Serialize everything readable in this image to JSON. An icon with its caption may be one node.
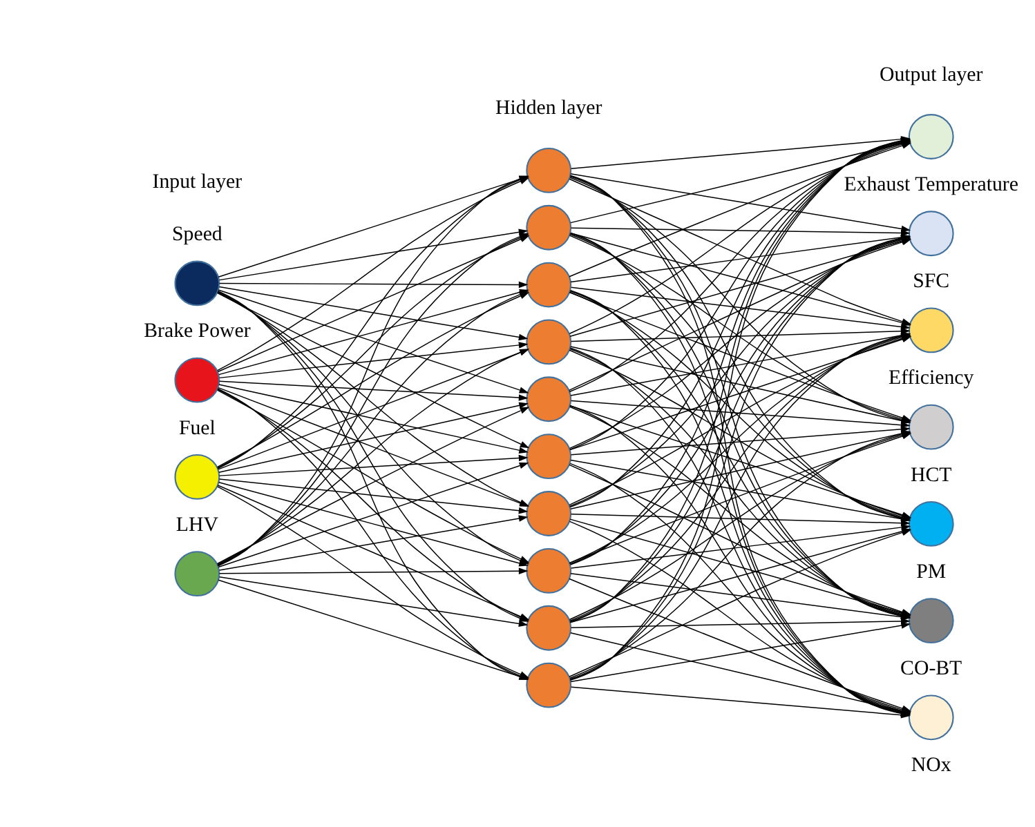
{
  "diagram": {
    "nodes": [
      {
        "text": [],
        "shape": "circle",
        "beside": [
          "Speed"
        ]
      },
      {
        "text": [],
        "shape": "circle",
        "beside": [
          "Brake Power"
        ]
      },
      {
        "text": [],
        "shape": "circle",
        "beside": [
          "Fuel"
        ]
      },
      {
        "text": [],
        "shape": "circle",
        "beside": [
          "LHV"
        ]
      },
      {
        "text": [],
        "shape": "circle"
      },
      {
        "text": [],
        "shape": "circle"
      },
      {
        "text": [],
        "shape": "circle"
      },
      {
        "text": [],
        "shape": "circle"
      },
      {
        "text": [],
        "shape": "circle"
      },
      {
        "text": [],
        "shape": "circle"
      },
      {
        "text": [],
        "shape": "circle"
      },
      {
        "text": [],
        "shape": "circle"
      },
      {
        "text": [],
        "shape": "circle"
      },
      {
        "text": [],
        "shape": "circle"
      },
      {
        "text": [],
        "shape": "circle",
        "beside": [
          "Exhaust Temperature"
        ]
      },
      {
        "text": [],
        "shape": "circle",
        "beside": [
          "SFC"
        ]
      },
      {
        "text": [],
        "shape": "circle",
        "beside": [
          "Efficiency"
        ]
      },
      {
        "text": [],
        "shape": "circle",
        "beside": [
          "HCT"
        ]
      },
      {
        "text": [],
        "shape": "circle",
        "beside": [
          "PM"
        ]
      },
      {
        "text": [],
        "shape": "circle",
        "beside": [
          "CO-BT"
        ]
      },
      {
        "text": [],
        "shape": "circle",
        "beside": [
          "NOx"
        ]
      }
    ],
    "edges": [
      {
        "from": 0,
        "to": 4,
        "arrow": "to"
      },
      {
        "from": 0,
        "to": 5,
        "arrow": "to"
      },
      {
        "from": 0,
        "to": 6,
        "arrow": "to"
      },
      {
        "from": 0,
        "to": 7,
        "arrow": "to"
      },
      {
        "from": 0,
        "to": 8,
        "arrow": "to"
      },
      {
        "from": 0,
        "to": 9,
        "arrow": "to"
      },
      {
        "from": 0,
        "to": 10,
        "arrow": "to"
      },
      {
        "from": 0,
        "to": 11,
        "arrow": "to"
      },
      {
        "from": 0,
        "to": 12,
        "arrow": "to"
      },
      {
        "from": 0,
        "to": 13,
        "arrow": "to"
      },
      {
        "from": 1,
        "to": 4,
        "arrow": "to"
      },
      {
        "from": 1,
        "to": 5,
        "arrow": "to"
      },
      {
        "from": 1,
        "to": 6,
        "arrow": "to"
      },
      {
        "from": 1,
        "to": 7,
        "arrow": "to"
      },
      {
        "from": 1,
        "to": 8,
        "arrow": "to"
      },
      {
        "from": 1,
        "to": 9,
        "arrow": "to"
      },
      {
        "from": 1,
        "to": 10,
        "arrow": "to"
      },
      {
        "from": 1,
        "to": 11,
        "arrow": "to"
      },
      {
        "from": 1,
        "to": 12,
        "arrow": "to"
      },
      {
        "from": 1,
        "to": 13,
        "arrow": "to"
      },
      {
        "from": 2,
        "to": 4,
        "arrow": "to"
      },
      {
        "from": 2,
        "to": 5,
        "arrow": "to"
      },
      {
        "from": 2,
        "to": 6,
        "arrow": "to"
      },
      {
        "from": 2,
        "to": 7,
        "arrow": "to"
      },
      {
        "from": 2,
        "to": 8,
        "arrow": "to"
      },
      {
        "from": 2,
        "to": 9,
        "arrow": "to"
      },
      {
        "from": 2,
        "to": 10,
        "arrow": "to"
      },
      {
        "from": 2,
        "to": 11,
        "arrow": "to"
      },
      {
        "from": 2,
        "to": 12,
        "arrow": "to"
      },
      {
        "from": 2,
        "to": 13,
        "arrow": "to"
      },
      {
        "from": 3,
        "to": 4,
        "arrow": "to"
      },
      {
        "from": 3,
        "to": 5,
        "arrow": "to"
      },
      {
        "from": 3,
        "to": 6,
        "arrow": "to"
      },
      {
        "from": 3,
        "to": 7,
        "arrow": "to"
      },
      {
        "from": 3,
        "to": 8,
        "arrow": "to"
      },
      {
        "from": 3,
        "to": 9,
        "arrow": "to"
      },
      {
        "from": 3,
        "to": 10,
        "arrow": "to"
      },
      {
        "from": 3,
        "to": 11,
        "arrow": "to"
      },
      {
        "from": 3,
        "to": 12,
        "arrow": "to"
      },
      {
        "from": 3,
        "to": 13,
        "arrow": "to"
      },
      {
        "from": 4,
        "to": 14,
        "arrow": "to"
      },
      {
        "from": 4,
        "to": 15,
        "arrow": "to"
      },
      {
        "from": 4,
        "to": 16,
        "arrow": "to"
      },
      {
        "from": 4,
        "to": 17,
        "arrow": "to"
      },
      {
        "from": 4,
        "to": 18,
        "arrow": "to"
      },
      {
        "from": 4,
        "to": 19,
        "arrow": "to"
      },
      {
        "from": 4,
        "to": 20,
        "arrow": "to"
      },
      {
        "from": 5,
        "to": 14,
        "arrow": "to"
      },
      {
        "from": 5,
        "to": 15,
        "arrow": "to"
      },
      {
        "from": 5,
        "to": 16,
        "arrow": "to"
      },
      {
        "from": 5,
        "to": 17,
        "arrow": "to"
      },
      {
        "from": 5,
        "to": 18,
        "arrow": "to"
      },
      {
        "from": 5,
        "to": 19,
        "arrow": "to"
      },
      {
        "from": 5,
        "to": 20,
        "arrow": "to"
      },
      {
        "from": 6,
        "to": 14,
        "arrow": "to"
      },
      {
        "from": 6,
        "to": 15,
        "arrow": "to"
      },
      {
        "from": 6,
        "to": 16,
        "arrow": "to"
      },
      {
        "from": 6,
        "to": 17,
        "arrow": "to"
      },
      {
        "from": 6,
        "to": 18,
        "arrow": "to"
      },
      {
        "from": 6,
        "to": 19,
        "arrow": "to"
      },
      {
        "from": 6,
        "to": 20,
        "arrow": "to"
      },
      {
        "from": 7,
        "to": 14,
        "arrow": "to"
      },
      {
        "from": 7,
        "to": 15,
        "arrow": "to"
      },
      {
        "from": 7,
        "to": 16,
        "arrow": "to"
      },
      {
        "from": 7,
        "to": 17,
        "arrow": "to"
      },
      {
        "from": 7,
        "to": 18,
        "arrow": "to"
      },
      {
        "from": 7,
        "to": 19,
        "arrow": "to"
      },
      {
        "from": 7,
        "to": 20,
        "arrow": "to"
      },
      {
        "from": 8,
        "to": 14,
        "arrow": "to"
      },
      {
        "from": 8,
        "to": 15,
        "arrow": "to"
      },
      {
        "from": 8,
        "to": 16,
        "arrow": "to"
      },
      {
        "from": 8,
        "to": 17,
        "arrow": "to"
      },
      {
        "from": 8,
        "to": 18,
        "arrow": "to"
      },
      {
        "from": 8,
        "to": 19,
        "arrow": "to"
      },
      {
        "from": 8,
        "to": 20,
        "arrow": "to"
      },
      {
        "from": 9,
        "to": 14,
        "arrow": "to"
      },
      {
        "from": 9,
        "to": 15,
        "arrow": "to"
      },
      {
        "from": 9,
        "to": 16,
        "arrow": "to"
      },
      {
        "from": 9,
        "to": 17,
        "arrow": "to"
      },
      {
        "from": 9,
        "to": 18,
        "arrow": "to"
      },
      {
        "from": 9,
        "to": 19,
        "arrow": "to"
      },
      {
        "from": 9,
        "to": 20,
        "arrow": "to"
      },
      {
        "from": 10,
        "to": 14,
        "arrow": "to"
      },
      {
        "from": 10,
        "to": 15,
        "arrow": "to"
      },
      {
        "from": 10,
        "to": 16,
        "arrow": "to"
      },
      {
        "from": 10,
        "to": 17,
        "arrow": "to"
      },
      {
        "from": 10,
        "to": 18,
        "arrow": "to"
      },
      {
        "from": 10,
        "to": 19,
        "arrow": "to"
      },
      {
        "from": 10,
        "to": 20,
        "arrow": "to"
      },
      {
        "from": 11,
        "to": 14,
        "arrow": "to"
      },
      {
        "from": 11,
        "to": 15,
        "arrow": "to"
      },
      {
        "from": 11,
        "to": 16,
        "arrow": "to"
      },
      {
        "from": 11,
        "to": 17,
        "arrow": "to"
      },
      {
        "from": 11,
        "to": 18,
        "arrow": "to"
      },
      {
        "from": 11,
        "to": 19,
        "arrow": "to"
      },
      {
        "from": 11,
        "to": 20,
        "arrow": "to"
      },
      {
        "from": 12,
        "to": 14,
        "arrow": "to"
      },
      {
        "from": 12,
        "to": 15,
        "arrow": "to"
      },
      {
        "from": 12,
        "to": 16,
        "arrow": "to"
      },
      {
        "from": 12,
        "to": 17,
        "arrow": "to"
      },
      {
        "from": 12,
        "to": 18,
        "arrow": "to"
      },
      {
        "from": 12,
        "to": 19,
        "arrow": "to"
      },
      {
        "from": 12,
        "to": 20,
        "arrow": "to"
      },
      {
        "from": 13,
        "to": 14,
        "arrow": "to"
      },
      {
        "from": 13,
        "to": 15,
        "arrow": "to"
      },
      {
        "from": 13,
        "to": 16,
        "arrow": "to"
      },
      {
        "from": 13,
        "to": 17,
        "arrow": "to"
      },
      {
        "from": 13,
        "to": 18,
        "arrow": "to"
      },
      {
        "from": 13,
        "to": 19,
        "arrow": "to"
      },
      {
        "from": 13,
        "to": 20,
        "arrow": "to"
      }
    ],
    "labels": [
      "Input layer",
      "Hidden layer",
      "Output layer"
    ]
  }
}
